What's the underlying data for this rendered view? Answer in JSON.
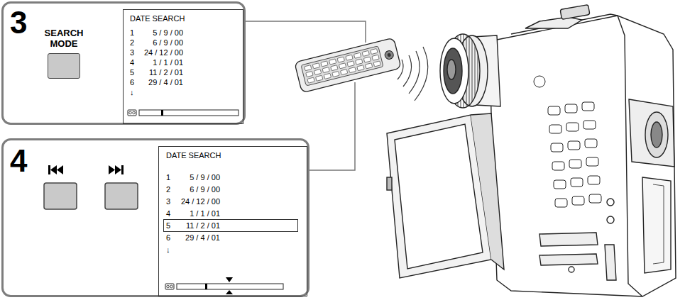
{
  "diagram": {
    "nodes": [
      {
        "text": [
          "3"
        ]
      },
      {
        "text": [
          "SEARCH MODE"
        ],
        "in": 0
      },
      {
        "text": [
          "DATE SEARCH",
          "1",
          "5 / 9 / 00",
          "2",
          "6 / 9 / 00",
          "3",
          "24 / 12 / 00",
          "4",
          "1 / 1 / 01",
          "5",
          "11 / 2 / 01",
          "6",
          "29 / 4 / 01",
          "↓"
        ],
        "in": 0
      },
      {
        "text": [
          "4"
        ]
      },
      {
        "text": [
          "DATE SEARCH",
          "1",
          "5 / 9 / 00",
          "2",
          "6 / 9 / 00",
          "3",
          "24 / 12 / 00",
          "4",
          "1 / 1 / 01",
          "6",
          "29 / 4 / 01",
          "↓"
        ],
        "in": 3
      },
      {
        "text": [
          "5",
          "11 / 2 / 01"
        ],
        "in": 4
      }
    ]
  }
}
